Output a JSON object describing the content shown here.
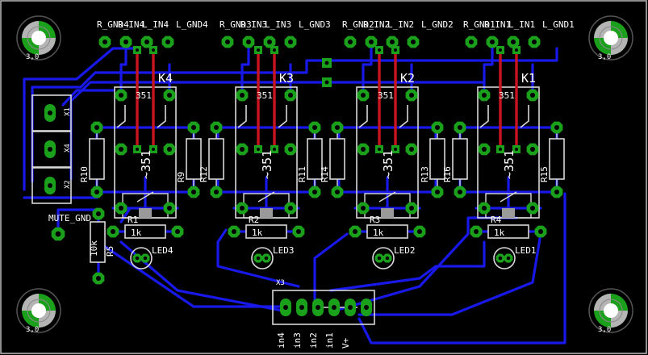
{
  "board": {
    "background": "#000000",
    "copper_color": "#1818e8",
    "pad_color": "#1aa01a",
    "silk_color": "#d8d8d8",
    "jumper_color": "#c8141e",
    "corner_hole_label": "3,0"
  },
  "top_connectors": [
    {
      "labels": [
        "R_GND4",
        "R_IN4",
        "L_IN4",
        "L_GND4"
      ]
    },
    {
      "labels": [
        "R_GND3",
        "R_IN3",
        "L_IN3",
        "L_GND3"
      ]
    },
    {
      "labels": [
        "R_GND2",
        "R_IN2",
        "L_IN2",
        "L_GND2"
      ]
    },
    {
      "labels": [
        "R_GND1",
        "R_IN1",
        "L_IN1",
        "L_GND1"
      ]
    }
  ],
  "relays": [
    {
      "name": "K4",
      "marking": "351",
      "body_text": "~351"
    },
    {
      "name": "K3",
      "marking": "351",
      "body_text": "~351"
    },
    {
      "name": "K2",
      "marking": "351",
      "body_text": "~351"
    },
    {
      "name": "K1",
      "marking": "351",
      "body_text": "~351"
    }
  ],
  "resistors_vertical": [
    "R10",
    "R9",
    "R12",
    "R11",
    "R14",
    "R13",
    "R16",
    "R15"
  ],
  "resistors_horizontal": [
    {
      "name": "R1",
      "value": "1k"
    },
    {
      "name": "R2",
      "value": "1k"
    },
    {
      "name": "R3",
      "value": "1k"
    },
    {
      "name": "R4",
      "value": "1k"
    }
  ],
  "leds": [
    "LED4",
    "LED3",
    "LED2",
    "LED1"
  ],
  "left_terminals": [
    "X1",
    "X4",
    "X2"
  ],
  "mute": {
    "label": "MUTE_GND",
    "resistor": "R5",
    "resistor_value": "10k"
  },
  "header": {
    "name": "X3",
    "pin_labels": [
      "in4",
      "in3",
      "in2",
      "in1",
      "V+"
    ]
  }
}
